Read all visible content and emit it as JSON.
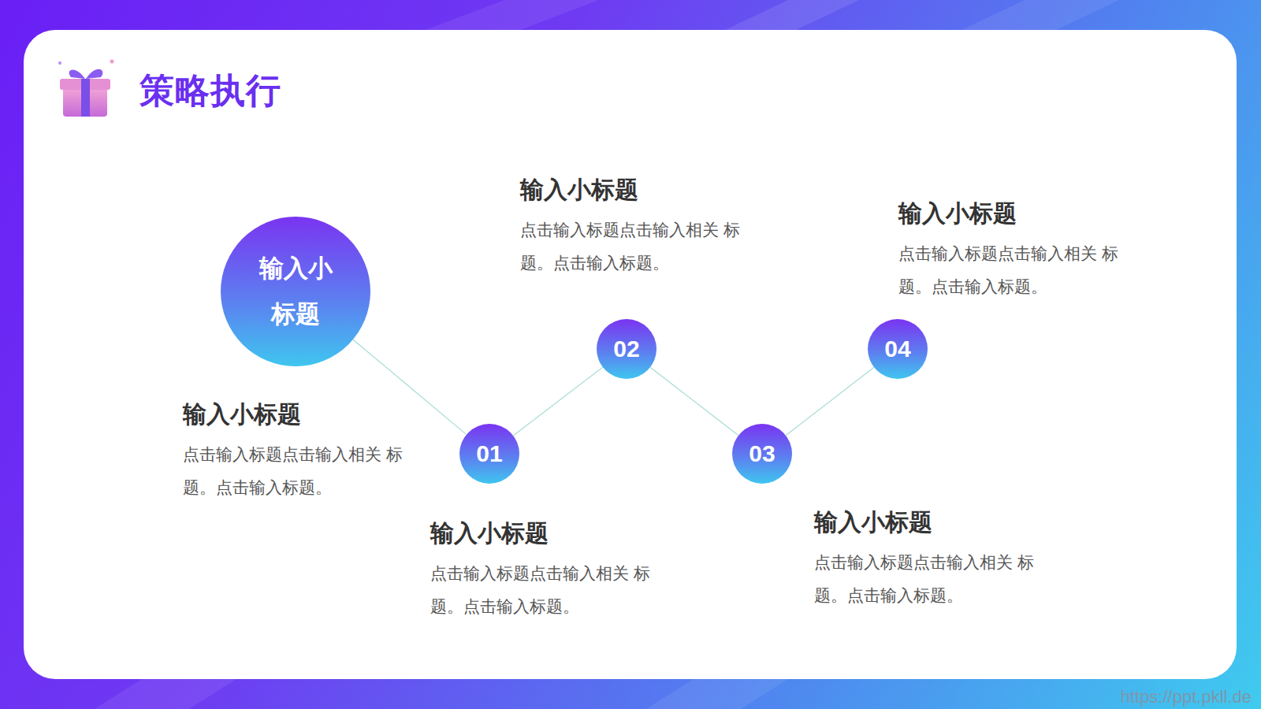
{
  "diagram": {
    "title": "策略执行",
    "nodes": [
      {
        "text": [
          "输入小标题",
          "输入小标题",
          "点击输入标题点击输入相关 标题。点击输入标题。"
        ]
      },
      {
        "text": [
          "01",
          "输入小标题",
          "点击输入标题点击输入相关 标题。点击输入标题。"
        ]
      },
      {
        "text": [
          "02",
          "输入小标题",
          "点击输入标题点击输入相关 标题。点击输入标题。"
        ]
      },
      {
        "text": [
          "03",
          "输入小标题",
          "点击输入标题点击输入相关 标题。点击输入标题。"
        ]
      },
      {
        "text": [
          "04",
          "输入小标题",
          "点击输入标题点击输入相关 标题。点击输入标题。"
        ]
      }
    ],
    "edges": [
      {
        "from": 0,
        "to": 1,
        "arrow": "none"
      },
      {
        "from": 1,
        "to": 2,
        "arrow": "none"
      },
      {
        "from": 2,
        "to": 3,
        "arrow": "none"
      },
      {
        "from": 3,
        "to": 4,
        "arrow": "none"
      }
    ],
    "labels": [
      "https://ppt.pkll.de"
    ]
  }
}
